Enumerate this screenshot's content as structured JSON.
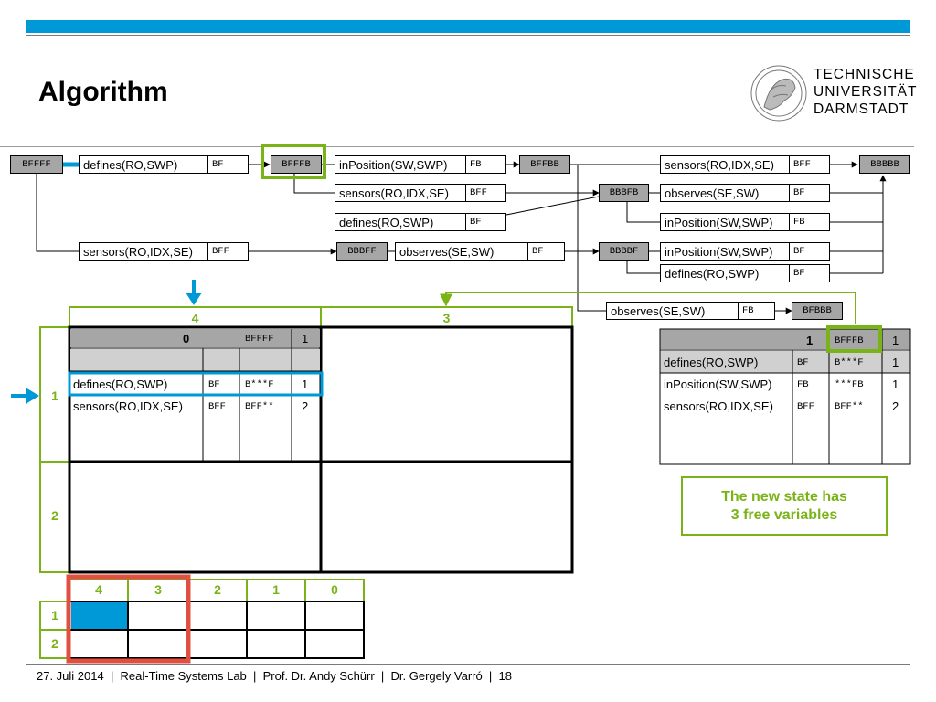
{
  "title": "Algorithm",
  "logo": {
    "line1": "TECHNISCHE",
    "line2": "UNIVERSITÄT",
    "line3": "DARMSTADT"
  },
  "colors": {
    "accent_blue": "#0099d8",
    "green": "#7ab317",
    "red": "#e05040",
    "state_gray": "#a6a6a6"
  },
  "states": {
    "bffff": "BFFFF",
    "bfffb": "BFFFB",
    "bffbb": "BFFBB",
    "bbbbb": "BBBBB",
    "bbbfb": "BBBFB",
    "bbbff": "BBBFF",
    "bbbbf": "BBBBF",
    "bfbbb": "BFBBB"
  },
  "nodes": [
    {
      "pred": "defines(RO,SWP)",
      "ad": "BF"
    },
    {
      "pred": "inPosition(SW,SWP)",
      "ad": "FB"
    },
    {
      "pred": "sensors(RO,IDX,SE)",
      "ad": "BFF"
    },
    {
      "pred": "sensors(RO,IDX,SE)",
      "ad": "BFF"
    },
    {
      "pred": "defines(RO,SWP)",
      "ad": "BF"
    },
    {
      "pred": "observes(SE,SW)",
      "ad": "BF"
    },
    {
      "pred": "inPosition(SW,SWP)",
      "ad": "FB"
    },
    {
      "pred": "sensors(RO,IDX,SE)",
      "ad": "BFF"
    },
    {
      "pred": "observes(SE,SW)",
      "ad": "BF"
    },
    {
      "pred": "inPosition(SW,SWP)",
      "ad": "BF"
    },
    {
      "pred": "defines(RO,SWP)",
      "ad": "BF"
    },
    {
      "pred": "observes(SE,SW)",
      "ad": "FB"
    }
  ],
  "grid": {
    "col_labels": [
      "4",
      "3"
    ],
    "row_labels": [
      "1",
      "2"
    ]
  },
  "inner_table": {
    "header": {
      "num": "0",
      "state": "BFFFF",
      "count": "1"
    },
    "rows": [
      {
        "pred": "defines(RO,SWP)",
        "ad": "BF",
        "pattern": "B***F",
        "n": "1"
      },
      {
        "pred": "sensors(RO,IDX,SE)",
        "ad": "BFF",
        "pattern": "BFF**",
        "n": "2"
      }
    ]
  },
  "right_table": {
    "header": {
      "num": "1",
      "state": "BFFFB",
      "count": "1"
    },
    "rows": [
      {
        "pred": "defines(RO,SWP)",
        "ad": "BF",
        "pattern": "B***F",
        "n": "1"
      },
      {
        "pred": "inPosition(SW,SWP)",
        "ad": "FB",
        "pattern": "***FB",
        "n": "1"
      },
      {
        "pred": "sensors(RO,IDX,SE)",
        "ad": "BFF",
        "pattern": "BFF**",
        "n": "2"
      }
    ]
  },
  "note": {
    "line1": "The new state has",
    "line2": "3 free variables"
  },
  "mini_grid": {
    "col_labels": [
      "4",
      "3",
      "2",
      "1",
      "0"
    ],
    "row_labels": [
      "1",
      "2"
    ]
  },
  "footer": "27. Juli 2014  |  Real-Time Systems Lab  |  Prof. Dr. Andy Schürr  |  Dr. Gergely Varró  |  18"
}
